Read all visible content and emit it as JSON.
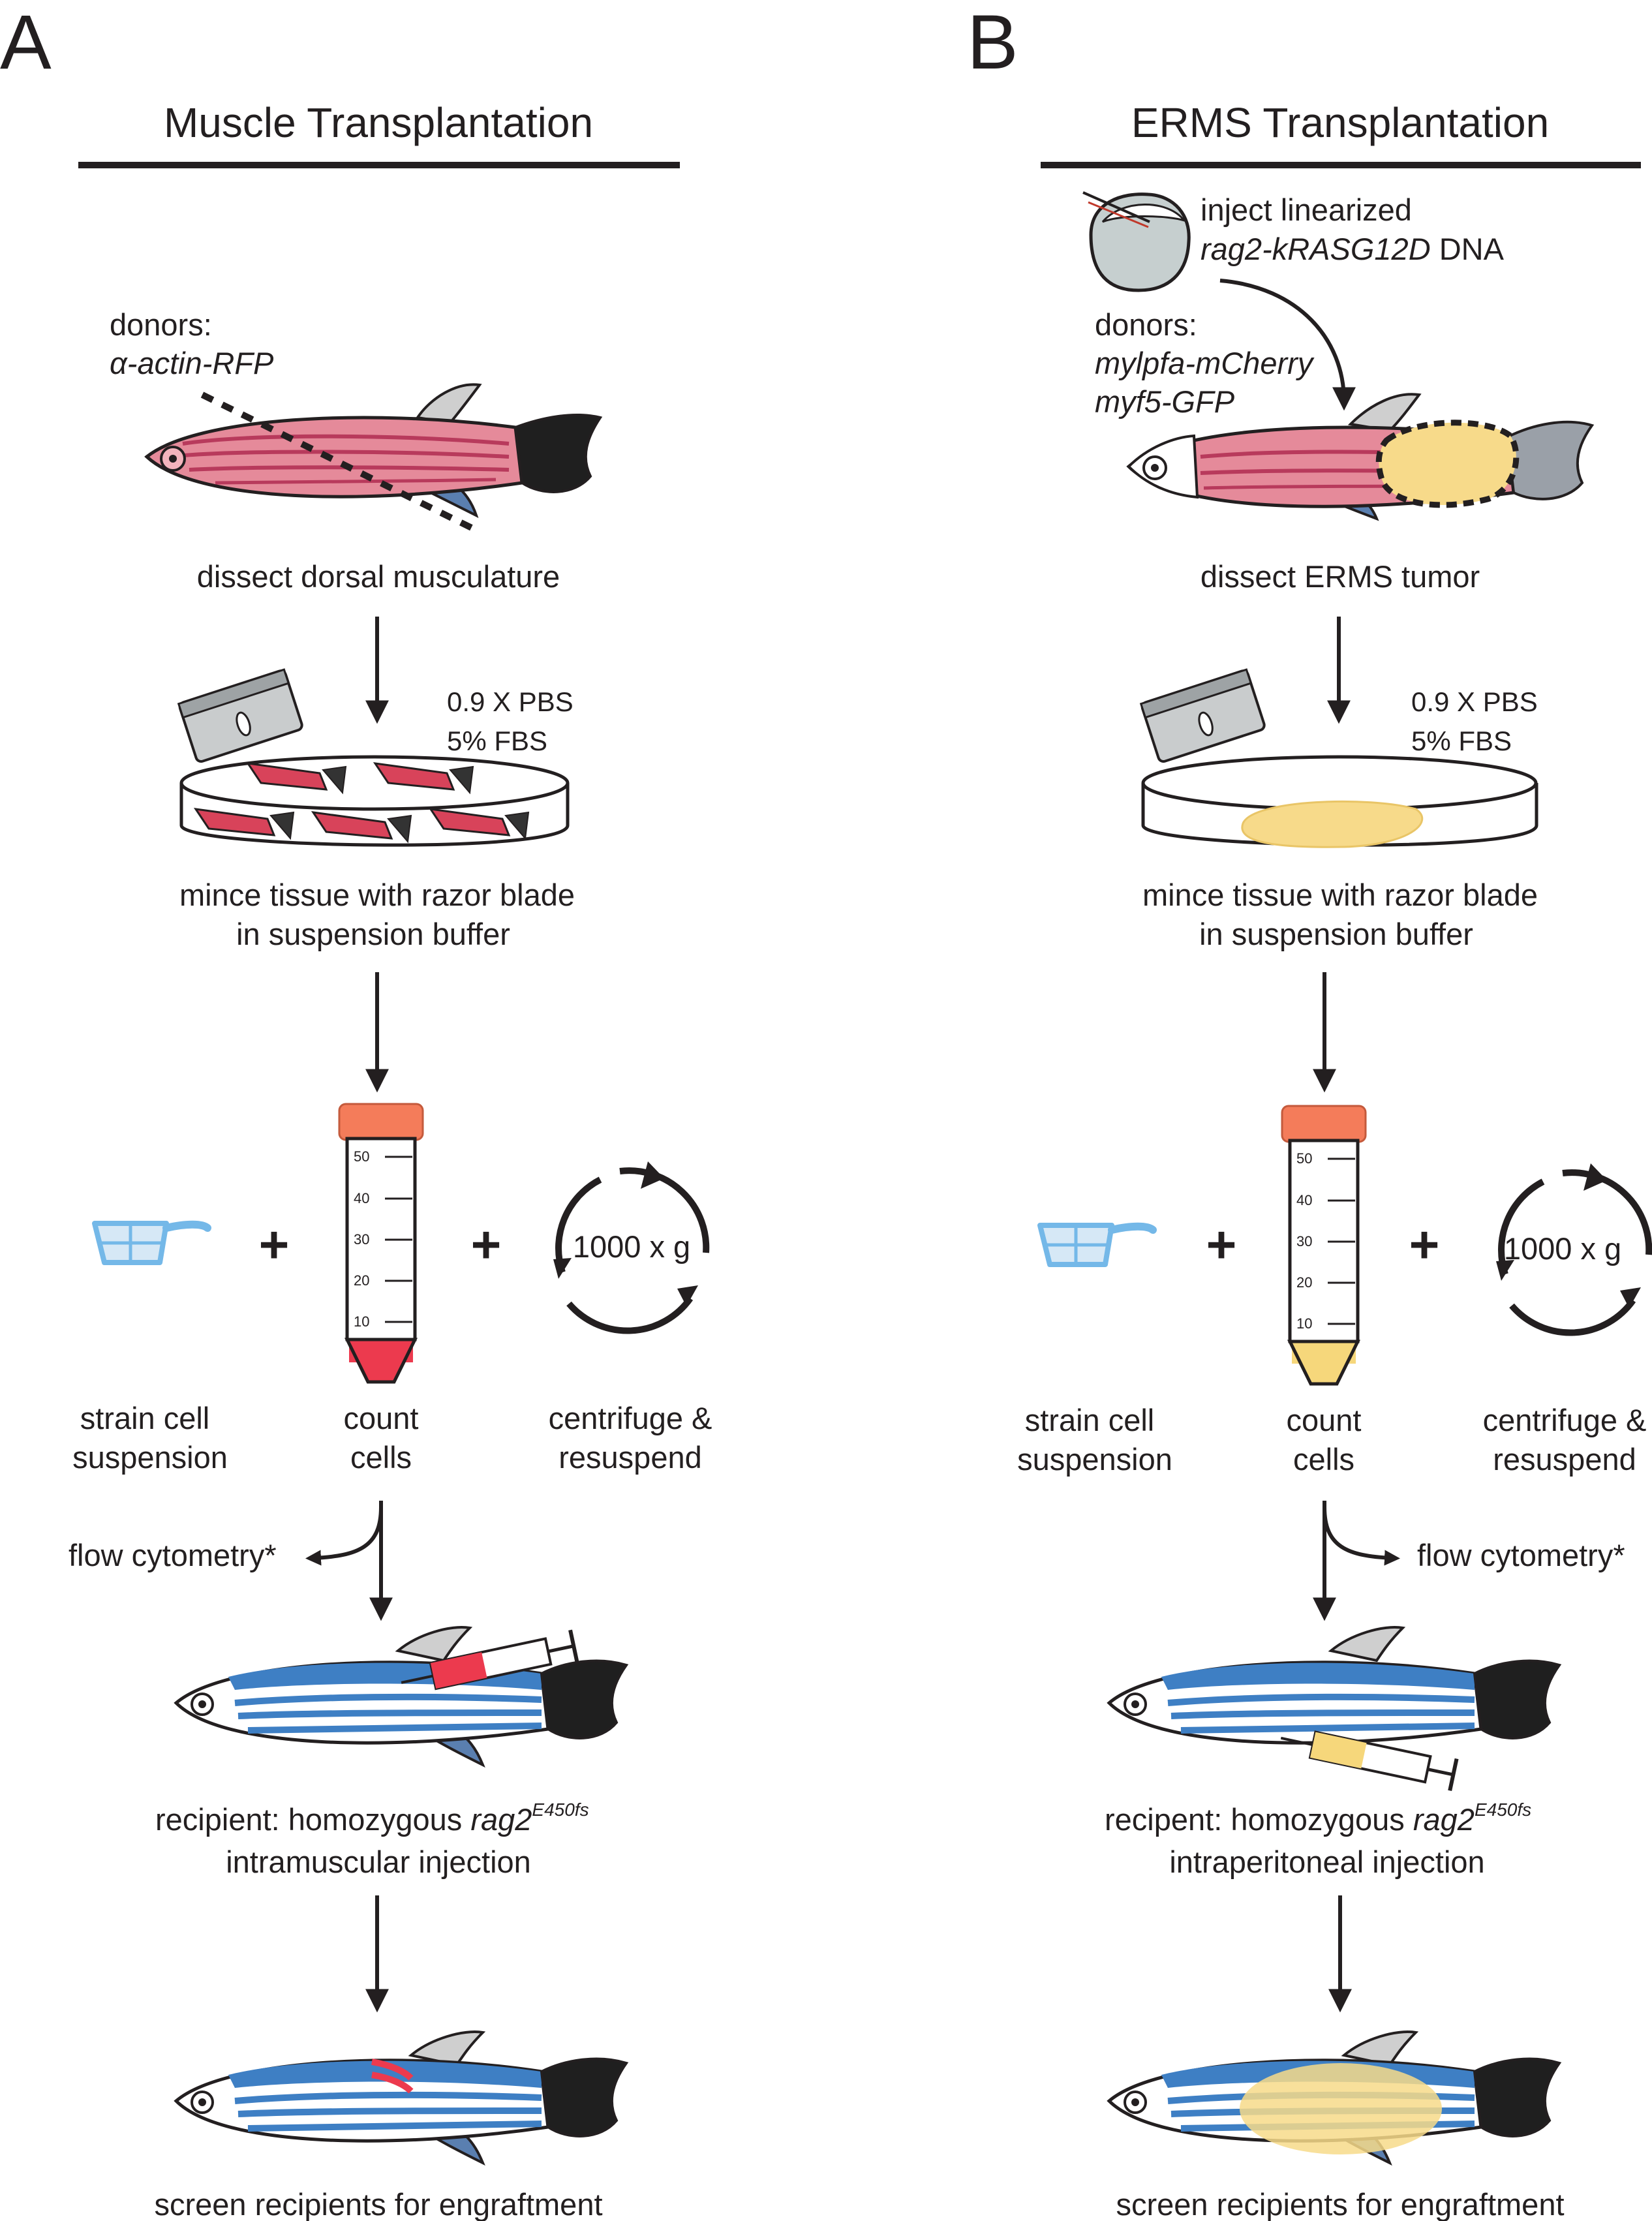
{
  "panels": {
    "a": {
      "letter": "A",
      "title": "Muscle Transplantation",
      "donors_label": "donors:",
      "donor_strain": "α-actin-RFP",
      "step_dissect": "dissect dorsal musculature",
      "buffer_1": "0.9 X PBS",
      "buffer_2": "5% FBS",
      "mince_1": "mince tissue with razor blade",
      "mince_2": "in suspension buffer",
      "strain_1": "strain cell",
      "strain_2": "suspension",
      "count_1": "count",
      "count_2": "cells",
      "centrifuge_1": "centrifuge &",
      "centrifuge_2": "resuspend",
      "centrifuge_speed": "1000 x g",
      "flow": "flow cytometry*",
      "recipient_prefix": "recipient: homozygous ",
      "recipient_gene": "rag2",
      "recipient_allele": "E450fs",
      "injection": "intramuscular injection",
      "screen": "screen recipients for engraftment"
    },
    "b": {
      "letter": "B",
      "title": "ERMS Transplantation",
      "inject_1": "inject linearized",
      "inject_2_gene": "rag2-kRASG12D",
      "inject_2_suffix": " DNA",
      "donors_label": "donors:",
      "donor_strain_1": "mylpfa-mCherry",
      "donor_strain_2": "myf5-GFP",
      "step_dissect": "dissect ERMS tumor",
      "buffer_1": "0.9 X PBS",
      "buffer_2": "5% FBS",
      "mince_1": "mince tissue with razor blade",
      "mince_2": "in suspension buffer",
      "strain_1": "strain cell",
      "strain_2": "suspension",
      "count_1": "count",
      "count_2": "cells",
      "centrifuge_1": "centrifuge &",
      "centrifuge_2": "resuspend",
      "centrifuge_speed": "1000 x g",
      "flow": "flow cytometry*",
      "recipient_prefix": "recipent: homozygous ",
      "recipient_gene": "rag2",
      "recipient_allele": "E450fs",
      "injection": "intraperitoneal injection",
      "screen": "screen recipients for engraftment"
    }
  },
  "tube_ticks": [
    "50",
    "40",
    "30",
    "20",
    "10"
  ],
  "plus_sign": "+",
  "colors": {
    "ink": "#231f20",
    "muscle_fish": "#e58a9a",
    "muscle_stripe": "#b83a5c",
    "recipient_fish": "#3e7fc4",
    "tumor": "#f7da8a",
    "tube_cap": "#f47c5a",
    "red_pellet": "#ec3a4e",
    "yellow_pellet": "#f6d77b",
    "strainer": "#74b8e8",
    "blade": "#c9cccd",
    "egg": "#c6cfcf"
  },
  "icons": [
    "fish-icon",
    "razor-blade-icon",
    "petri-dish-icon",
    "conical-tube-icon",
    "cell-strainer-icon",
    "centrifuge-cycle-icon",
    "syringe-icon",
    "embryo-icon"
  ]
}
